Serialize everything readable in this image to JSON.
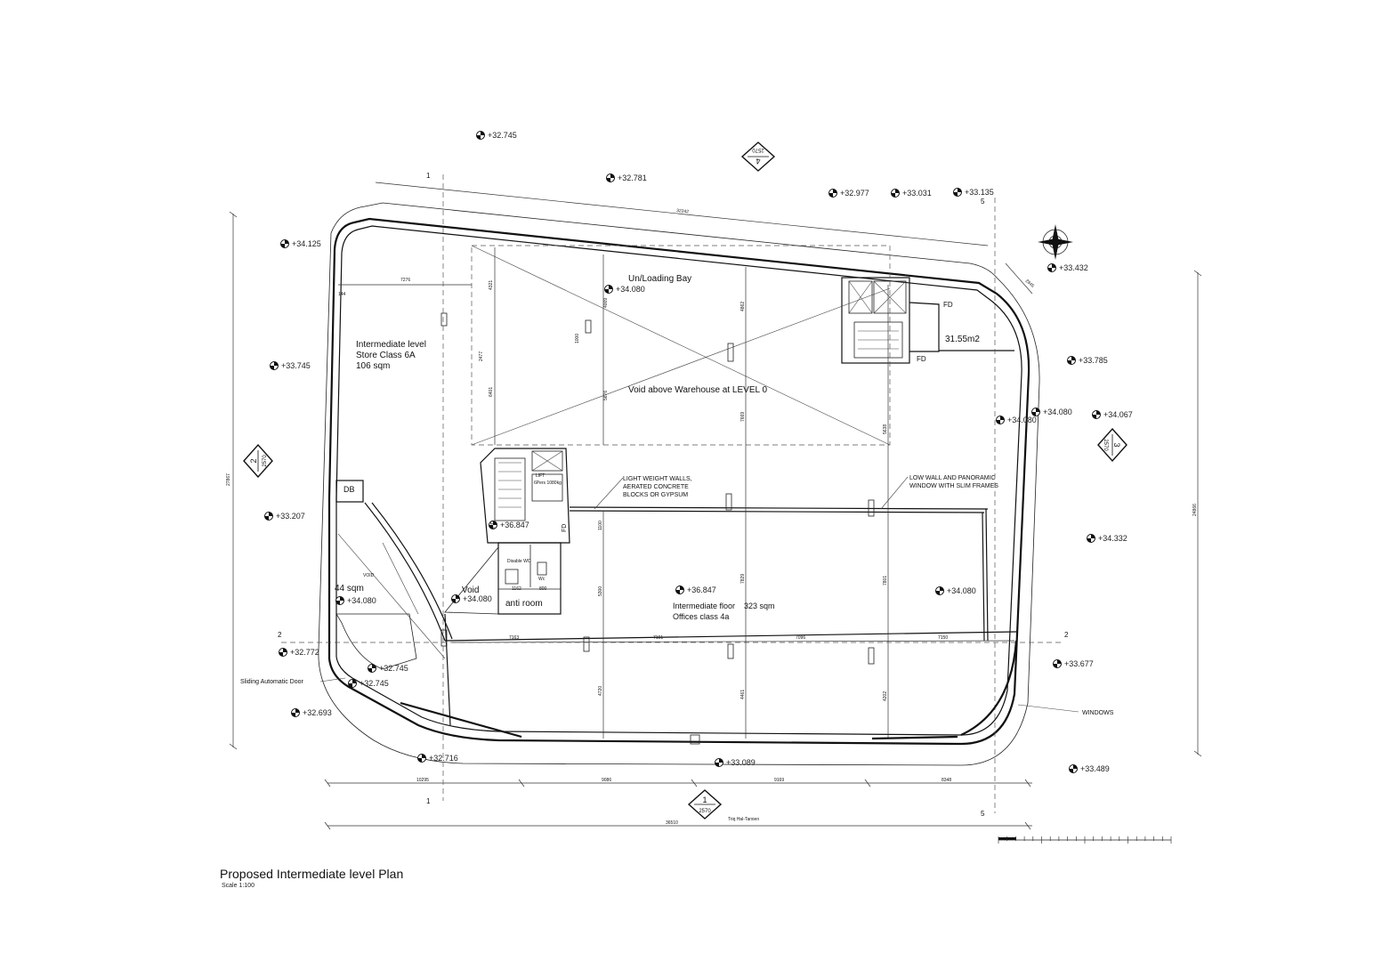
{
  "title": "Proposed Intermediate level  Plan",
  "scale": "Scale 1:100",
  "street": "Triq Hal-Tarxien",
  "rooms": {
    "store_l1": "Intermediate level",
    "store_l2": "Store Class 6A",
    "store_l3": "106 sqm",
    "unloading": "Un/Loading Bay",
    "void_warehouse": "Void above Warehouse at LEVEL 0",
    "offices_l1": "Intermediate floor    323 sqm",
    "offices_l2": "Offices class 4a",
    "area_44": "44 sqm",
    "void": "Void",
    "void_small": "VOID",
    "anti_room": "anti room",
    "area_31": "31.55m2",
    "db": "DB",
    "fd1": "FD",
    "fd2": "FD",
    "fd3": "FD",
    "fd4": "FD",
    "lift": "LIFT",
    "lift_sub": "6Pers 1080kg",
    "disable": "Disable WC",
    "wc": "Wc"
  },
  "notes": {
    "light_walls_1": "LIGHT WEIGHT WALLS,",
    "light_walls_2": "AERATED CONCRETE",
    "light_walls_3": "BLOCKS OR GYPSUM",
    "low_wall_1": "LOW WALL AND PANORAMIC",
    "low_wall_2": "WINDOW WITH SLIM FRAMES",
    "windows": "WINDOWS",
    "sliding_door": "Sliding Automatic Door"
  },
  "levels": {
    "l1": "+32.745",
    "l2": "+32.781",
    "l3": "+32.977",
    "l4": "+33.031",
    "l5": "+33.135",
    "l6": "+34.125",
    "l7": "+33.432",
    "l8": "+34.080",
    "l9": "+33.745",
    "l10": "+33.785",
    "l11": "+34.080",
    "l12": "+34.067",
    "l13": "+34.080",
    "l14": "+36.847",
    "l15": "+33.207",
    "l16": "+34.332",
    "l17": "+36.847",
    "l18": "+34.080",
    "l19": "+34.080",
    "l20": "+34.080",
    "l21": "+32.772",
    "l22": "+32.745",
    "l23": "+32.745",
    "l24": "+33.677",
    "l25": "+32.693",
    "l26": "+32.716",
    "l27": "+33.089",
    "l28": "+33.489"
  },
  "dims": {
    "top": "32242",
    "d7276": "7276",
    "d4321": "4321",
    "d4009": "4009",
    "d4862": "4862",
    "d2477": "2477",
    "d6401": "6401",
    "d5676": "5676",
    "d1000": "1000",
    "d7669": "7669",
    "d5638": "5638",
    "d1100": "1100",
    "d5300": "5300",
    "d7829": "7829",
    "d7801": "7801",
    "d1162": "1162",
    "d800": "800",
    "c7163": "7163",
    "c7101": "7101",
    "c7096": "7096",
    "c7150": "7150",
    "d4720": "4720",
    "d4461": "4461",
    "d4202": "4202",
    "b10295": "10295",
    "b9086": "9086",
    "b9169": "9169",
    "b8348": "8348",
    "total": "36510",
    "left": "27867",
    "right": "24866",
    "corner": "2845"
  },
  "grid": {
    "g1a": "1",
    "g1b": "1",
    "g2a": "2",
    "g2b": "2",
    "g5a": "5",
    "g5b": "5",
    "g144": "144"
  },
  "sections": {
    "s1": "1",
    "s1r": "2570",
    "s2": "2",
    "s2r": "2570",
    "s3": "3",
    "s3r": "2570",
    "s4": "4",
    "s4r": "2570"
  }
}
